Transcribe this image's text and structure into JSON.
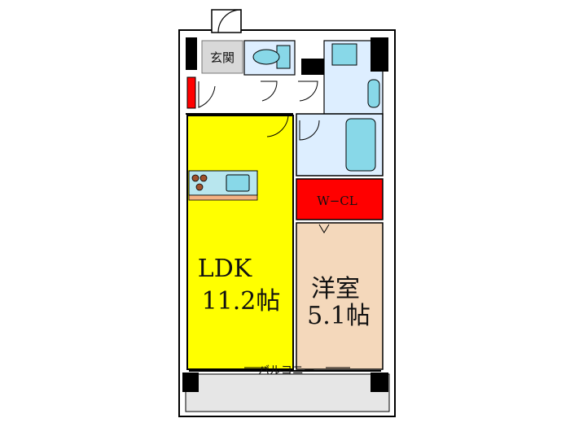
{
  "rooms": {
    "genkan": {
      "label": "玄関"
    },
    "ldk": {
      "name": "LDK",
      "size": "11.2帖"
    },
    "western": {
      "name": "洋室",
      "size": "5.1帖"
    },
    "walk_in_closet": {
      "label": "W−CL"
    },
    "balcony": {
      "label": "バルコニー"
    }
  },
  "colors": {
    "ldk": "#ffff00",
    "western": "#f4d8bb",
    "closet": "#ff0000",
    "wet_area": "#ddeeff",
    "fixture": "#88d8e8",
    "genkan": "#d8d8d8",
    "balcony": "#e6e6e6",
    "wall": "#000000"
  }
}
